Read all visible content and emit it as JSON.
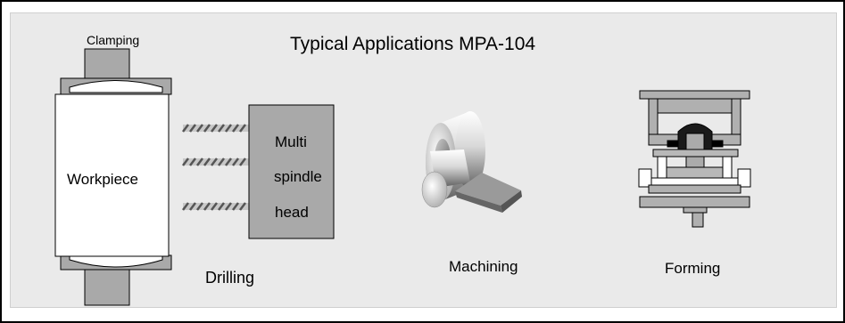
{
  "diagram": {
    "title": "Typical Applications MPA-104",
    "clamping_label": "Clamping",
    "workpiece_label": "Workpiece",
    "multi_spindle_head": [
      "Multi",
      "spindle",
      "head"
    ],
    "applications": [
      "Drilling",
      "Machining",
      "Forming"
    ]
  }
}
